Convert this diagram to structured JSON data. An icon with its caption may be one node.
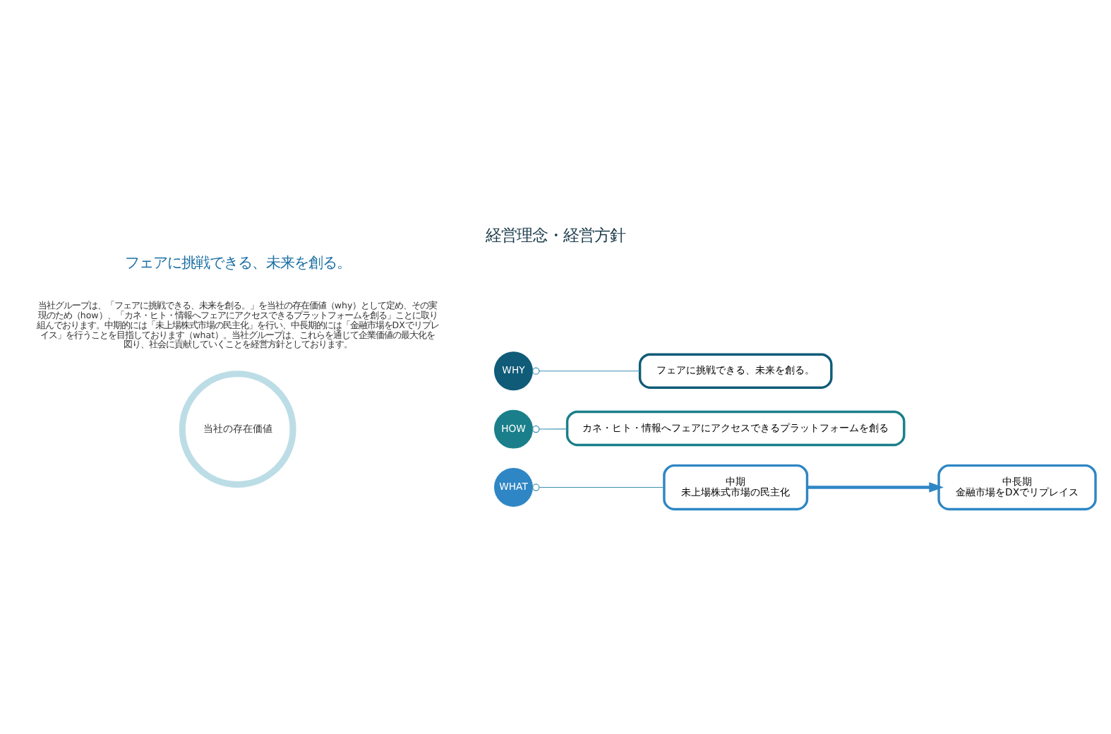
{
  "diagram": {
    "title": "経営理念・経営方針",
    "nodes": [
      {
        "text": [
          "当社の存在価値"
        ]
      },
      {
        "text": [
          "WHY"
        ]
      },
      {
        "text": [
          "HOW"
        ]
      },
      {
        "text": [
          "WHAT"
        ]
      },
      {
        "text": [
          "フェアに挑戦できる、未来を創る。"
        ]
      },
      {
        "text": [
          "カネ・ヒト・情報へフェアにアクセスできるプラットフォームを創る"
        ]
      },
      {
        "text": [
          "中期",
          "未上場株式市場の民主化"
        ]
      },
      {
        "text": [
          "中長期",
          "金融市場をDXでリプレイス"
        ]
      }
    ],
    "edges": [
      {
        "from": 1,
        "to": 4,
        "arrow": "other"
      },
      {
        "from": 2,
        "to": 5,
        "arrow": "other"
      },
      {
        "from": 3,
        "to": 6,
        "arrow": "other"
      },
      {
        "from": 6,
        "to": 7,
        "arrow": "to",
        "style": "thick",
        "color": "#2f86c4"
      }
    ],
    "labels": [
      "フェアに挑戦できる、未来を創る。",
      "当社グループは、「フェアに挑戦できる、未来を創る。」を当社の存在価値（why）として定め、その実現のため（how）、「カネ・ヒト・情報へフェアにアクセスできるプラットフォームを創る」ことに取り組んでおります。中期的には「未上場株式市場の民主化」を行い、中長期的には「金融市場をDXでリプレイス」を行うことを目指しております（what）。当社グループは、これらを通じて企業価値の最大化を図り、社会に貢献していくことを経営方針としております。"
    ]
  }
}
